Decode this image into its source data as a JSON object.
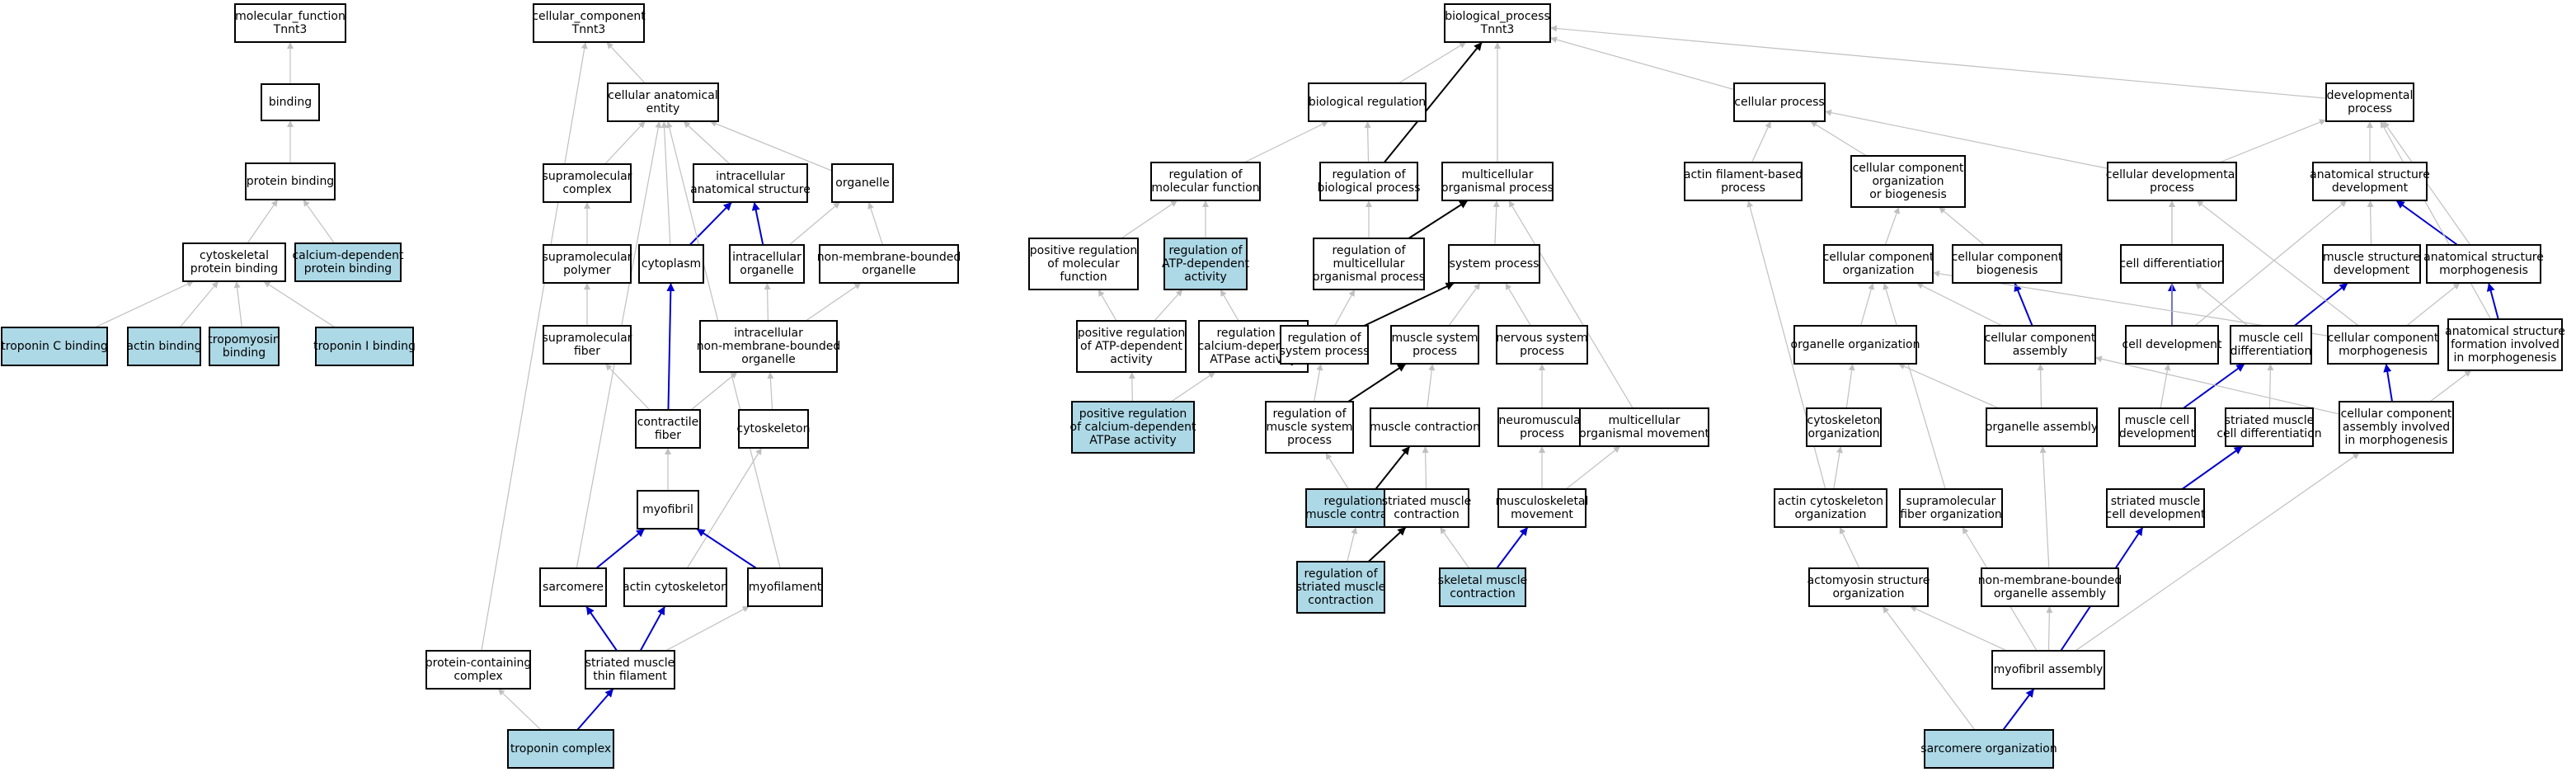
{
  "colors": {
    "node_fill": "#ffffff",
    "highlight_fill": "#add8e6",
    "edge_gray": "#c0c0c0",
    "edge_blue": "#0000cc",
    "edge_black": "#000000"
  },
  "nodes": [
    {
      "id": "mf_root",
      "lines": [
        "molecular_function",
        "Tnnt3"
      ]
    },
    {
      "id": "binding",
      "lines": [
        "binding"
      ]
    },
    {
      "id": "protein_binding",
      "lines": [
        "protein binding"
      ]
    },
    {
      "id": "cyto_pb",
      "lines": [
        "cytoskeletal",
        "protein binding"
      ]
    },
    {
      "id": "ca_pb",
      "lines": [
        "calcium-dependent",
        "protein binding"
      ],
      "highlight": true
    },
    {
      "id": "tnc",
      "lines": [
        "troponin C binding"
      ],
      "highlight": true
    },
    {
      "id": "actin_b",
      "lines": [
        "actin binding"
      ],
      "highlight": true
    },
    {
      "id": "tropomyosin_b",
      "lines": [
        "tropomyosin",
        "binding"
      ],
      "highlight": true
    },
    {
      "id": "tni",
      "lines": [
        "troponin I binding"
      ],
      "highlight": true
    },
    {
      "id": "cc_root",
      "lines": [
        "cellular_component",
        "Tnnt3"
      ]
    },
    {
      "id": "cae",
      "lines": [
        "cellular anatomical",
        "entity"
      ]
    },
    {
      "id": "supra_complex",
      "lines": [
        "supramolecular",
        "complex"
      ]
    },
    {
      "id": "ias",
      "lines": [
        "intracellular",
        "anatomical structure"
      ]
    },
    {
      "id": "organelle",
      "lines": [
        "organelle"
      ]
    },
    {
      "id": "supra_polymer",
      "lines": [
        "supramolecular",
        "polymer"
      ]
    },
    {
      "id": "cytoplasm",
      "lines": [
        "cytoplasm"
      ]
    },
    {
      "id": "intra_org",
      "lines": [
        "intracellular",
        "organelle"
      ]
    },
    {
      "id": "nmbo",
      "lines": [
        "non-membrane-bounded",
        "organelle"
      ]
    },
    {
      "id": "supra_fiber",
      "lines": [
        "supramolecular",
        "fiber"
      ]
    },
    {
      "id": "inmbo",
      "lines": [
        "intracellular",
        "non-membrane-bounded",
        "organelle"
      ]
    },
    {
      "id": "contractile_fiber",
      "lines": [
        "contractile",
        "fiber"
      ]
    },
    {
      "id": "cytoskeleton",
      "lines": [
        "cytoskeleton"
      ]
    },
    {
      "id": "myofibril",
      "lines": [
        "myofibril"
      ]
    },
    {
      "id": "sarcomere",
      "lines": [
        "sarcomere"
      ]
    },
    {
      "id": "actin_cytoskeleton",
      "lines": [
        "actin cytoskeleton"
      ]
    },
    {
      "id": "myofilament",
      "lines": [
        "myofilament"
      ]
    },
    {
      "id": "pcc",
      "lines": [
        "protein-containing",
        "complex"
      ]
    },
    {
      "id": "smtf",
      "lines": [
        "striated muscle",
        "thin filament"
      ]
    },
    {
      "id": "troponin_complex",
      "lines": [
        "troponin complex"
      ],
      "highlight": true
    },
    {
      "id": "bp_root",
      "lines": [
        "biological_process",
        "Tnnt3"
      ]
    },
    {
      "id": "bio_reg",
      "lines": [
        "biological regulation"
      ]
    },
    {
      "id": "reg_mf",
      "lines": [
        "regulation of",
        "molecular function"
      ]
    },
    {
      "id": "reg_bp",
      "lines": [
        "regulation of",
        "biological process"
      ]
    },
    {
      "id": "mop",
      "lines": [
        "multicellular",
        "organismal process"
      ]
    },
    {
      "id": "pos_reg_mf",
      "lines": [
        "positive regulation",
        "of molecular",
        "function"
      ]
    },
    {
      "id": "reg_atp",
      "lines": [
        "regulation of",
        "ATP-dependent",
        "activity"
      ],
      "highlight": true
    },
    {
      "id": "reg_mop",
      "lines": [
        "regulation of",
        "multicellular",
        "organismal process"
      ]
    },
    {
      "id": "system_process",
      "lines": [
        "system process"
      ]
    },
    {
      "id": "pos_reg_atp",
      "lines": [
        "positive regulation",
        "of ATP-dependent",
        "activity"
      ]
    },
    {
      "id": "reg_ca_atpase",
      "lines": [
        "regulation of",
        "calcium-dependent",
        "ATPase activity"
      ]
    },
    {
      "id": "reg_sys",
      "lines": [
        "regulation of",
        "system process"
      ]
    },
    {
      "id": "msp",
      "lines": [
        "muscle system",
        "process"
      ]
    },
    {
      "id": "nsp",
      "lines": [
        "nervous system",
        "process"
      ]
    },
    {
      "id": "pos_reg_ca_atpase",
      "lines": [
        "positive regulation",
        "of calcium-dependent",
        "ATPase activity"
      ],
      "highlight": true
    },
    {
      "id": "reg_msp",
      "lines": [
        "regulation of",
        "muscle system",
        "process"
      ]
    },
    {
      "id": "muscle_contraction",
      "lines": [
        "muscle contraction"
      ]
    },
    {
      "id": "neuromuscular",
      "lines": [
        "neuromuscular",
        "process"
      ]
    },
    {
      "id": "mom",
      "lines": [
        "multicellular",
        "organismal movement"
      ]
    },
    {
      "id": "reg_mc",
      "lines": [
        "regulation of",
        "muscle contraction"
      ],
      "highlight": true
    },
    {
      "id": "smc",
      "lines": [
        "striated muscle",
        "contraction"
      ]
    },
    {
      "id": "msm",
      "lines": [
        "musculoskeletal",
        "movement"
      ]
    },
    {
      "id": "reg_smc",
      "lines": [
        "regulation of",
        "striated muscle",
        "contraction"
      ],
      "highlight": true
    },
    {
      "id": "skm_contraction",
      "lines": [
        "skeletal muscle",
        "contraction"
      ],
      "highlight": true
    },
    {
      "id": "cellular_process",
      "lines": [
        "cellular process"
      ]
    },
    {
      "id": "dev_process",
      "lines": [
        "developmental",
        "process"
      ]
    },
    {
      "id": "afbp",
      "lines": [
        "actin filament-based",
        "process"
      ]
    },
    {
      "id": "ccob",
      "lines": [
        "cellular component",
        "organization",
        "or biogenesis"
      ]
    },
    {
      "id": "cdp",
      "lines": [
        "cellular developmental",
        "process"
      ]
    },
    {
      "id": "asd",
      "lines": [
        "anatomical structure",
        "development"
      ]
    },
    {
      "id": "cco",
      "lines": [
        "cellular component",
        "organization"
      ]
    },
    {
      "id": "ccb",
      "lines": [
        "cellular component",
        "biogenesis"
      ]
    },
    {
      "id": "cell_diff",
      "lines": [
        "cell differentiation"
      ]
    },
    {
      "id": "msd",
      "lines": [
        "muscle structure",
        "development"
      ]
    },
    {
      "id": "asm",
      "lines": [
        "anatomical structure",
        "morphogenesis"
      ]
    },
    {
      "id": "org_org",
      "lines": [
        "organelle organization"
      ]
    },
    {
      "id": "cca",
      "lines": [
        "cellular component",
        "assembly"
      ]
    },
    {
      "id": "cell_dev",
      "lines": [
        "cell development"
      ]
    },
    {
      "id": "mcd",
      "lines": [
        "muscle cell",
        "differentiation"
      ]
    },
    {
      "id": "ccm",
      "lines": [
        "cellular component",
        "morphogenesis"
      ]
    },
    {
      "id": "asfim",
      "lines": [
        "anatomical structure",
        "formation involved",
        "in morphogenesis"
      ]
    },
    {
      "id": "cyto_org",
      "lines": [
        "cytoskeleton",
        "organization"
      ]
    },
    {
      "id": "org_assembly",
      "lines": [
        "organelle assembly"
      ]
    },
    {
      "id": "mcdev",
      "lines": [
        "muscle cell",
        "development"
      ]
    },
    {
      "id": "smcd",
      "lines": [
        "striated muscle",
        "cell differentiation"
      ]
    },
    {
      "id": "ccaim",
      "lines": [
        "cellular component",
        "assembly involved",
        "in morphogenesis"
      ]
    },
    {
      "id": "aco",
      "lines": [
        "actin cytoskeleton",
        "organization"
      ]
    },
    {
      "id": "sfo",
      "lines": [
        "supramolecular",
        "fiber organization"
      ]
    },
    {
      "id": "smcdev",
      "lines": [
        "striated muscle",
        "cell development"
      ]
    },
    {
      "id": "aso",
      "lines": [
        "actomyosin structure",
        "organization"
      ]
    },
    {
      "id": "nmboa",
      "lines": [
        "non-membrane-bounded",
        "organelle assembly"
      ]
    },
    {
      "id": "mfa",
      "lines": [
        "myofibril assembly"
      ]
    },
    {
      "id": "sarc_org",
      "lines": [
        "sarcomere organization"
      ],
      "highlight": true
    }
  ],
  "edges": [
    {
      "from": "binding",
      "to": "mf_root",
      "kind": "gray"
    },
    {
      "from": "protein_binding",
      "to": "binding",
      "kind": "gray"
    },
    {
      "from": "cyto_pb",
      "to": "protein_binding",
      "kind": "gray"
    },
    {
      "from": "ca_pb",
      "to": "protein_binding",
      "kind": "gray"
    },
    {
      "from": "tnc",
      "to": "cyto_pb",
      "kind": "gray"
    },
    {
      "from": "actin_b",
      "to": "cyto_pb",
      "kind": "gray"
    },
    {
      "from": "tropomyosin_b",
      "to": "cyto_pb",
      "kind": "gray"
    },
    {
      "from": "tni",
      "to": "cyto_pb",
      "kind": "gray"
    },
    {
      "from": "cae",
      "to": "cc_root",
      "kind": "gray"
    },
    {
      "from": "supra_complex",
      "to": "cae",
      "kind": "gray"
    },
    {
      "from": "ias",
      "to": "cae",
      "kind": "gray"
    },
    {
      "from": "organelle",
      "to": "cae",
      "kind": "gray"
    },
    {
      "from": "supra_polymer",
      "to": "supra_complex",
      "kind": "gray"
    },
    {
      "from": "cytoplasm",
      "to": "ias",
      "kind": "blue"
    },
    {
      "from": "cytoplasm",
      "to": "cae",
      "kind": "gray"
    },
    {
      "from": "intra_org",
      "to": "ias",
      "kind": "blue"
    },
    {
      "from": "intra_org",
      "to": "organelle",
      "kind": "gray"
    },
    {
      "from": "nmbo",
      "to": "organelle",
      "kind": "gray"
    },
    {
      "from": "supra_fiber",
      "to": "supra_polymer",
      "kind": "gray"
    },
    {
      "from": "inmbo",
      "to": "intra_org",
      "kind": "gray"
    },
    {
      "from": "inmbo",
      "to": "nmbo",
      "kind": "gray"
    },
    {
      "from": "contractile_fiber",
      "to": "supra_fiber",
      "kind": "gray"
    },
    {
      "from": "contractile_fiber",
      "to": "cytoplasm",
      "kind": "blue"
    },
    {
      "from": "contractile_fiber",
      "to": "inmbo",
      "kind": "gray"
    },
    {
      "from": "cytoskeleton",
      "to": "inmbo",
      "kind": "gray"
    },
    {
      "from": "myofibril",
      "to": "contractile_fiber",
      "kind": "gray"
    },
    {
      "from": "sarcomere",
      "to": "myofibril",
      "kind": "blue"
    },
    {
      "from": "sarcomere",
      "to": "cae",
      "kind": "gray"
    },
    {
      "from": "actin_cytoskeleton",
      "to": "cytoskeleton",
      "kind": "gray"
    },
    {
      "from": "myofilament",
      "to": "myofibril",
      "kind": "blue"
    },
    {
      "from": "myofilament",
      "to": "cae",
      "kind": "gray"
    },
    {
      "from": "pcc",
      "to": "cc_root",
      "kind": "gray"
    },
    {
      "from": "smtf",
      "to": "sarcomere",
      "kind": "blue"
    },
    {
      "from": "smtf",
      "to": "actin_cytoskeleton",
      "kind": "blue"
    },
    {
      "from": "smtf",
      "to": "myofilament",
      "kind": "gray"
    },
    {
      "from": "troponin_complex",
      "to": "pcc",
      "kind": "gray"
    },
    {
      "from": "troponin_complex",
      "to": "smtf",
      "kind": "blue"
    },
    {
      "from": "bio_reg",
      "to": "bp_root",
      "kind": "gray"
    },
    {
      "from": "reg_mf",
      "to": "bio_reg",
      "kind": "gray"
    },
    {
      "from": "reg_bp",
      "to": "bio_reg",
      "kind": "gray"
    },
    {
      "from": "reg_bp",
      "to": "bp_root",
      "kind": "black"
    },
    {
      "from": "mop",
      "to": "bp_root",
      "kind": "gray"
    },
    {
      "from": "pos_reg_mf",
      "to": "reg_mf",
      "kind": "gray"
    },
    {
      "from": "reg_atp",
      "to": "reg_mf",
      "kind": "gray"
    },
    {
      "from": "reg_mop",
      "to": "reg_bp",
      "kind": "gray"
    },
    {
      "from": "reg_mop",
      "to": "mop",
      "kind": "black"
    },
    {
      "from": "system_process",
      "to": "mop",
      "kind": "gray"
    },
    {
      "from": "pos_reg_atp",
      "to": "pos_reg_mf",
      "kind": "gray"
    },
    {
      "from": "pos_reg_atp",
      "to": "reg_atp",
      "kind": "gray"
    },
    {
      "from": "reg_ca_atpase",
      "to": "reg_atp",
      "kind": "gray"
    },
    {
      "from": "reg_sys",
      "to": "reg_mop",
      "kind": "gray"
    },
    {
      "from": "reg_sys",
      "to": "system_process",
      "kind": "black"
    },
    {
      "from": "msp",
      "to": "system_process",
      "kind": "gray"
    },
    {
      "from": "nsp",
      "to": "system_process",
      "kind": "gray"
    },
    {
      "from": "pos_reg_ca_atpase",
      "to": "pos_reg_atp",
      "kind": "gray"
    },
    {
      "from": "pos_reg_ca_atpase",
      "to": "reg_ca_atpase",
      "kind": "gray"
    },
    {
      "from": "reg_msp",
      "to": "reg_sys",
      "kind": "gray"
    },
    {
      "from": "reg_msp",
      "to": "msp",
      "kind": "black"
    },
    {
      "from": "muscle_contraction",
      "to": "msp",
      "kind": "gray"
    },
    {
      "from": "neuromuscular",
      "to": "nsp",
      "kind": "gray"
    },
    {
      "from": "mom",
      "to": "mop",
      "kind": "gray"
    },
    {
      "from": "reg_mc",
      "to": "reg_msp",
      "kind": "gray"
    },
    {
      "from": "reg_mc",
      "to": "muscle_contraction",
      "kind": "black"
    },
    {
      "from": "smc",
      "to": "muscle_contraction",
      "kind": "gray"
    },
    {
      "from": "msm",
      "to": "neuromuscular",
      "kind": "gray"
    },
    {
      "from": "msm",
      "to": "mom",
      "kind": "gray"
    },
    {
      "from": "reg_smc",
      "to": "reg_mc",
      "kind": "gray"
    },
    {
      "from": "reg_smc",
      "to": "smc",
      "kind": "black"
    },
    {
      "from": "skm_contraction",
      "to": "smc",
      "kind": "gray"
    },
    {
      "from": "skm_contraction",
      "to": "msm",
      "kind": "blue"
    },
    {
      "from": "cellular_process",
      "to": "bp_root",
      "kind": "gray"
    },
    {
      "from": "dev_process",
      "to": "bp_root",
      "kind": "gray"
    },
    {
      "from": "afbp",
      "to": "cellular_process",
      "kind": "gray"
    },
    {
      "from": "ccob",
      "to": "cellular_process",
      "kind": "gray"
    },
    {
      "from": "cdp",
      "to": "cellular_process",
      "kind": "gray"
    },
    {
      "from": "cdp",
      "to": "dev_process",
      "kind": "gray"
    },
    {
      "from": "asd",
      "to": "dev_process",
      "kind": "gray"
    },
    {
      "from": "cco",
      "to": "ccob",
      "kind": "gray"
    },
    {
      "from": "ccb",
      "to": "ccob",
      "kind": "gray"
    },
    {
      "from": "cell_diff",
      "to": "cdp",
      "kind": "gray"
    },
    {
      "from": "msd",
      "to": "asd",
      "kind": "gray"
    },
    {
      "from": "asm",
      "to": "asd",
      "kind": "blue"
    },
    {
      "from": "asm",
      "to": "dev_process",
      "kind": "gray"
    },
    {
      "from": "org_org",
      "to": "cco",
      "kind": "gray"
    },
    {
      "from": "cca",
      "to": "cco",
      "kind": "gray"
    },
    {
      "from": "cca",
      "to": "ccb",
      "kind": "blue"
    },
    {
      "from": "cell_dev",
      "to": "cell_diff",
      "kind": "blue"
    },
    {
      "from": "cell_dev",
      "to": "cdp",
      "kind": "gray"
    },
    {
      "from": "cell_dev",
      "to": "asd",
      "kind": "gray"
    },
    {
      "from": "mcd",
      "to": "msd",
      "kind": "blue"
    },
    {
      "from": "mcd",
      "to": "cell_diff",
      "kind": "gray"
    },
    {
      "from": "ccm",
      "to": "asm",
      "kind": "gray"
    },
    {
      "from": "ccm",
      "to": "cdp",
      "kind": "gray"
    },
    {
      "from": "ccm",
      "to": "cco",
      "kind": "gray"
    },
    {
      "from": "asfim",
      "to": "asm",
      "kind": "blue"
    },
    {
      "from": "asfim",
      "to": "dev_process",
      "kind": "gray"
    },
    {
      "from": "cyto_org",
      "to": "org_org",
      "kind": "gray"
    },
    {
      "from": "org_assembly",
      "to": "org_org",
      "kind": "gray"
    },
    {
      "from": "org_assembly",
      "to": "cca",
      "kind": "gray"
    },
    {
      "from": "mcdev",
      "to": "cell_dev",
      "kind": "gray"
    },
    {
      "from": "mcdev",
      "to": "mcd",
      "kind": "blue"
    },
    {
      "from": "smcd",
      "to": "mcd",
      "kind": "gray"
    },
    {
      "from": "ccaim",
      "to": "ccm",
      "kind": "blue"
    },
    {
      "from": "ccaim",
      "to": "cca",
      "kind": "gray"
    },
    {
      "from": "ccaim",
      "to": "asfim",
      "kind": "gray"
    },
    {
      "from": "aco",
      "to": "cyto_org",
      "kind": "gray"
    },
    {
      "from": "aco",
      "to": "afbp",
      "kind": "gray"
    },
    {
      "from": "sfo",
      "to": "cco",
      "kind": "gray"
    },
    {
      "from": "smcdev",
      "to": "smcd",
      "kind": "blue"
    },
    {
      "from": "aso",
      "to": "aco",
      "kind": "gray"
    },
    {
      "from": "nmboa",
      "to": "org_assembly",
      "kind": "gray"
    },
    {
      "from": "mfa",
      "to": "aso",
      "kind": "gray"
    },
    {
      "from": "mfa",
      "to": "sfo",
      "kind": "gray"
    },
    {
      "from": "mfa",
      "to": "nmboa",
      "kind": "gray"
    },
    {
      "from": "mfa",
      "to": "smcdev",
      "kind": "blue"
    },
    {
      "from": "mfa",
      "to": "ccaim",
      "kind": "gray"
    },
    {
      "from": "sarc_org",
      "to": "mfa",
      "kind": "blue"
    },
    {
      "from": "sarc_org",
      "to": "aso",
      "kind": "gray"
    }
  ]
}
